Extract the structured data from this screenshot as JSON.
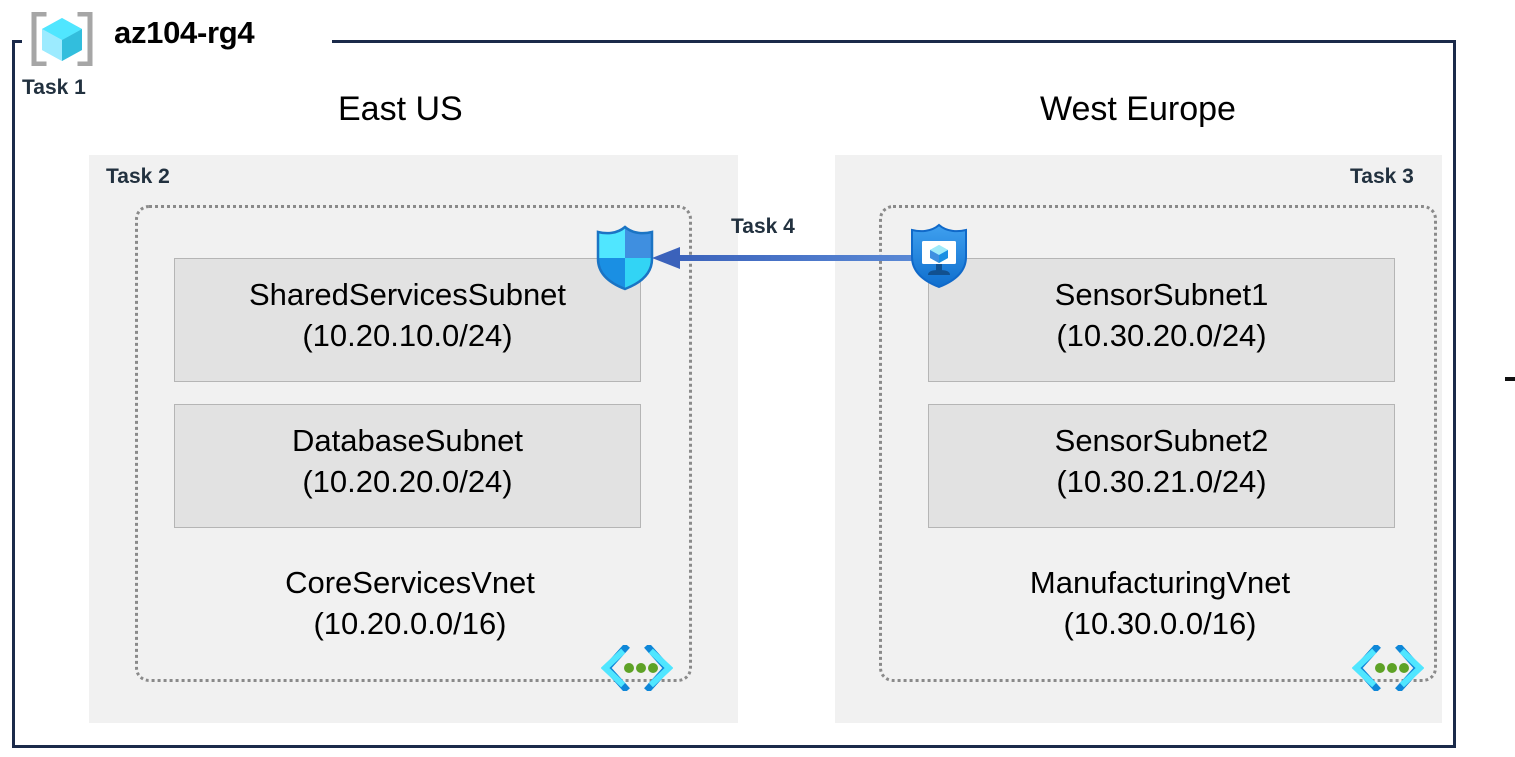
{
  "diagram": {
    "resource_group": {
      "name": "az104-rg4",
      "icon": "resource-group-cube-icon",
      "task_label": "Task 1",
      "border_color": "#1b2a4a"
    },
    "stray_mark": "",
    "regions": [
      {
        "id": "east-us",
        "caption": "East US",
        "task_label": "Task 2",
        "vnet": {
          "name": "CoreServicesVnet",
          "address_space": "(10.20.0.0/16)",
          "icon": "vnet-brackets-icon",
          "subnets": [
            {
              "name": "SharedServicesSubnet",
              "cidr": "(10.20.10.0/24)"
            },
            {
              "name": "DatabaseSubnet",
              "cidr": "(10.20.20.0/24)"
            }
          ]
        }
      },
      {
        "id": "west-europe",
        "caption": "West Europe",
        "task_label": "Task 3",
        "vnet": {
          "name": "ManufacturingVnet",
          "address_space": "(10.30.0.0/16)",
          "icon": "vnet-brackets-icon",
          "subnets": [
            {
              "name": "SensorSubnet1",
              "cidr": "(10.30.20.0/24)"
            },
            {
              "name": "SensorSubnet2",
              "cidr": "(10.30.21.0/24)"
            }
          ]
        }
      }
    ],
    "connection": {
      "task_label": "Task 4",
      "direction": "right-to-left",
      "color": "#4472c4"
    },
    "icons": {
      "firewall": "azure-firewall-shield-icon",
      "bastion": "azure-bastion-shield-monitor-icon"
    },
    "colors": {
      "frame": "#1b2a4a",
      "region_fill": "#f1f1f1",
      "subnet_fill": "#e2e2e2",
      "subnet_stroke": "#b5b5b5",
      "vnet_dotted": "#8a8a8a",
      "arrow": "#4472c4",
      "task_text": "#22313f",
      "azure_cyan": "#32d4f5",
      "azure_blue": "#0078d4",
      "vnet_green": "#5ea226"
    }
  }
}
